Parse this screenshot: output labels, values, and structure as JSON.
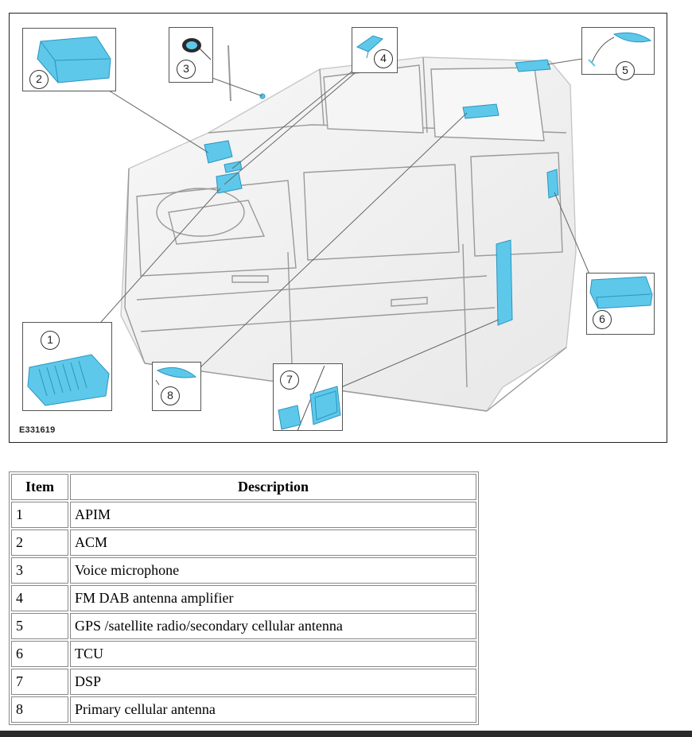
{
  "figure": {
    "id": "E331619",
    "callouts": [
      "1",
      "2",
      "3",
      "4",
      "5",
      "6",
      "7",
      "8"
    ],
    "colors": {
      "component": "#5ec8ea",
      "component_dark": "#2a95c0",
      "body_line": "#9a9a9a",
      "body_fill": "#e8e8e8"
    }
  },
  "table": {
    "headers": {
      "item": "Item",
      "description": "Description"
    },
    "rows": [
      {
        "item": "1",
        "description": "APIM"
      },
      {
        "item": "2",
        "description": "ACM"
      },
      {
        "item": "3",
        "description": "Voice microphone"
      },
      {
        "item": "4",
        "description": "FM DAB antenna amplifier"
      },
      {
        "item": "5",
        "description": "GPS /satellite radio/secondary cellular antenna"
      },
      {
        "item": "6",
        "description": "TCU"
      },
      {
        "item": "7",
        "description": "DSP"
      },
      {
        "item": "8",
        "description": "Primary cellular antenna"
      }
    ]
  }
}
